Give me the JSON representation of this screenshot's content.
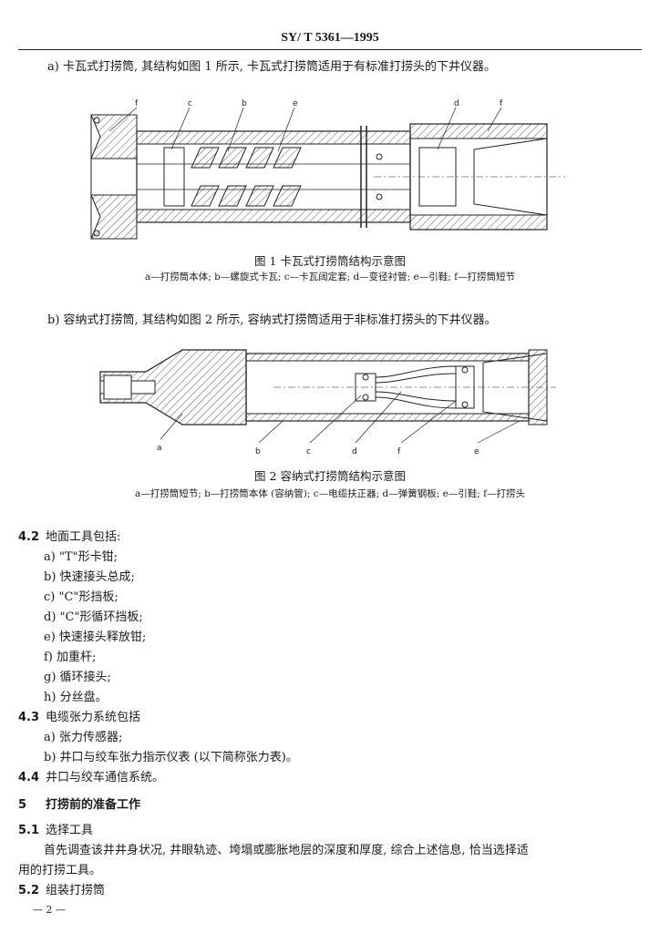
{
  "header": "SY/ T 5361—1995",
  "intro_a": "a) 卡瓦式打捞筒, 其结构如图 1 所示, 卡瓦式打捞筒适用于有标准打捞头的下井仪器。",
  "fig1": {
    "caption": "图 1 卡瓦式打捞筒结构示意图",
    "legend": "a—打捞筒本体; b—螺旋式卡瓦; c—卡瓦阔定套; d—变径衬管; e—引鞋; f—打捞筒短节",
    "labels": [
      "f",
      "c",
      "b",
      "e",
      "d",
      "f"
    ]
  },
  "intro_b": "b) 容纳式打捞筒, 其结构如图 2 所示, 容纳式打捞筒适用于非标准打捞头的下井仪器。",
  "fig2": {
    "caption": "图 2 容纳式打捞筒结构示意图",
    "legend": "a—打捞筒短节; b—打捞筒本体 (容纳管); c—电缆扶正器; d—弹簧钢板; e—引鞋; f—打捞头",
    "labels": [
      "a",
      "b",
      "c",
      "d",
      "f",
      "e"
    ]
  },
  "s42": {
    "num": "4.2",
    "title": "地面工具包括:",
    "items": [
      "a) \"T\"形卡钳;",
      "b) 快速接头总成;",
      "c) \"C\"形挡板;",
      "d) \"C\"形循环挡板;",
      "e) 快速接头释放钳;",
      "f) 加重杆;",
      "g) 循环接头;",
      "h) 分丝盘。"
    ]
  },
  "s43": {
    "num": "4.3",
    "title": "电缆张力系统包括",
    "items": [
      "a) 张力传感器;",
      "b) 井口与绞车张力指示仪表 (以下简称张力表)。"
    ]
  },
  "s44": {
    "num": "4.4",
    "title": "井口与绞车通信系统。"
  },
  "s5": {
    "num": "5",
    "title": "打捞前的准备工作"
  },
  "s51": {
    "num": "5.1",
    "title": "选择工具",
    "body1": "首先调查该井井身状况, 井眼轨迹、垮塌或膨胀地层的深度和厚度, 综合上述信息, 恰当选择适",
    "body2": "用的打捞工具。"
  },
  "s52": {
    "num": "5.2",
    "title": "组装打捞筒"
  },
  "page_no": "— 2 —"
}
